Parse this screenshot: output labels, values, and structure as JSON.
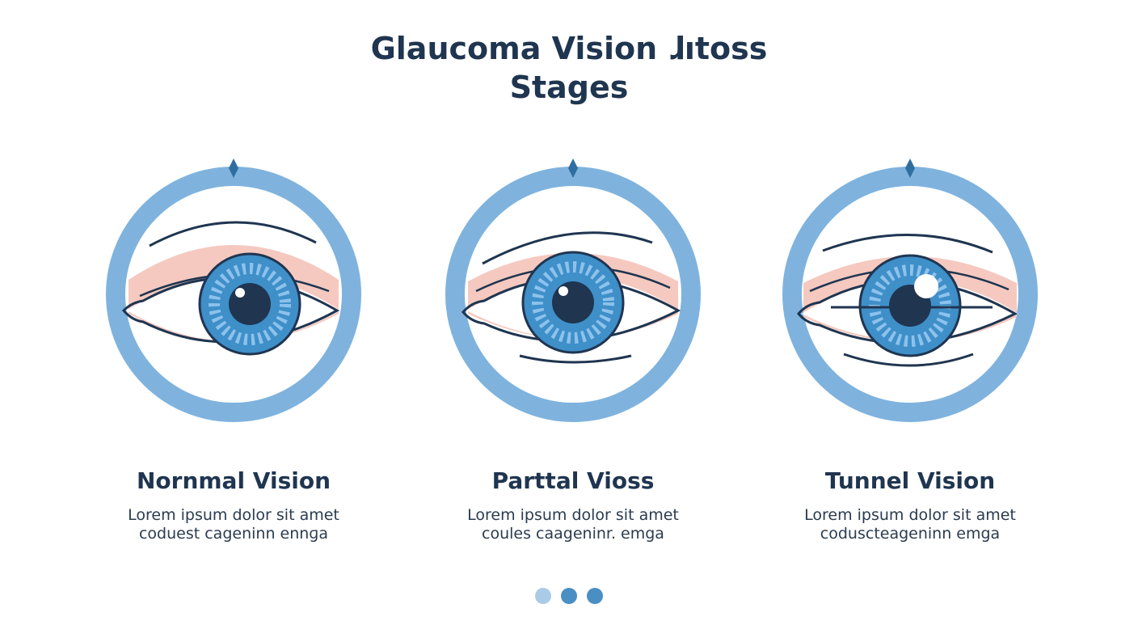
{
  "title": {
    "line1": "Glaucoma Vision ɺıtoss",
    "line2": "Stages"
  },
  "stages": [
    {
      "label": "Nornmal Vision",
      "desc_line1": "Lorem ipsum dolor sit amet",
      "desc_line2": "coduest cageninո ennɡa",
      "icon": "eye-icon-normal"
    },
    {
      "label": "Parttal Vioss",
      "desc_line1": "Lorem ipsum dolor sit amet",
      "desc_line2": "coules caageninr. emga",
      "icon": "eye-icon-partial"
    },
    {
      "label": "Tunnel Vision",
      "desc_line1": "Lorem ipsum dolor sit amet",
      "desc_line2": "coduscteageninn emga",
      "icon": "eye-icon-tunnel"
    }
  ],
  "pagination": {
    "dots": [
      {
        "color": "#a9cbe8"
      },
      {
        "color": "#4a8fc4"
      },
      {
        "color": "#4a8fc4"
      }
    ]
  },
  "colors": {
    "ring": "#7fb3de",
    "marker": "#2f6f9f",
    "iris": "#3f8fc9",
    "iris_light": "#8cc2ec",
    "pupil": "#1f3550",
    "lid": "#f5c9c0",
    "outline": "#1f3550"
  }
}
